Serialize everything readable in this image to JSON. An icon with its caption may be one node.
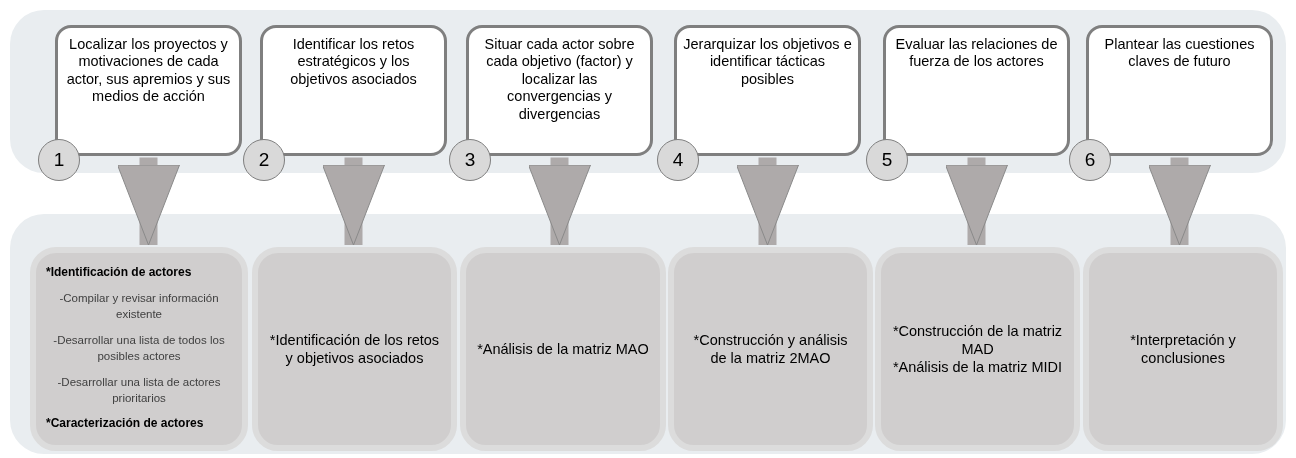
{
  "diagram": {
    "nodes": [
      {
        "text": [
          "Localizar los proyectos y motivaciones de cada actor, sus apremios y sus medios de acción"
        ]
      },
      {
        "text": [
          "Identificar los retos estratégicos y los objetivos asociados"
        ]
      },
      {
        "text": [
          "Situar cada actor sobre cada objetivo (factor) y localizar las convergencias y divergencias"
        ]
      },
      {
        "text": [
          "Jerarquizar los objetivos e identificar tácticas posibles"
        ]
      },
      {
        "text": [
          "Evaluar las relaciones de fuerza de los actores"
        ]
      },
      {
        "text": [
          "Plantear las cuestiones claves de futuro"
        ]
      },
      {
        "text": [
          "1"
        ]
      },
      {
        "text": [
          "2"
        ]
      },
      {
        "text": [
          "3"
        ]
      },
      {
        "text": [
          "4"
        ]
      },
      {
        "text": [
          "5"
        ]
      },
      {
        "text": [
          "6"
        ]
      },
      {
        "text": [
          "*Identificación de actores",
          "-Compilar y revisar información existente",
          "-Desarrollar una lista de todos los posibles actores",
          "-Desarrollar una lista de actores prioritarios",
          "*Caracterización de actores"
        ]
      },
      {
        "text": [
          "*Identificación de los retos y objetivos asociados"
        ]
      },
      {
        "text": [
          "*Análisis de la matriz MAO"
        ]
      },
      {
        "text": [
          "*Construcción y análisis de la matriz 2MAO"
        ]
      },
      {
        "text": [
          "*Construcción de la matriz MAD",
          "*Análisis de la matriz MIDI"
        ]
      },
      {
        "text": [
          "*Interpretación y conclusiones"
        ]
      }
    ],
    "edges": [
      {
        "from": 0,
        "to": 12,
        "arrow": "to"
      },
      {
        "from": 1,
        "to": 13,
        "arrow": "to"
      },
      {
        "from": 2,
        "to": 14,
        "arrow": "to"
      },
      {
        "from": 3,
        "to": 15,
        "arrow": "to"
      },
      {
        "from": 4,
        "to": 16,
        "arrow": "to"
      },
      {
        "from": 5,
        "to": 17,
        "arrow": "to"
      }
    ]
  }
}
